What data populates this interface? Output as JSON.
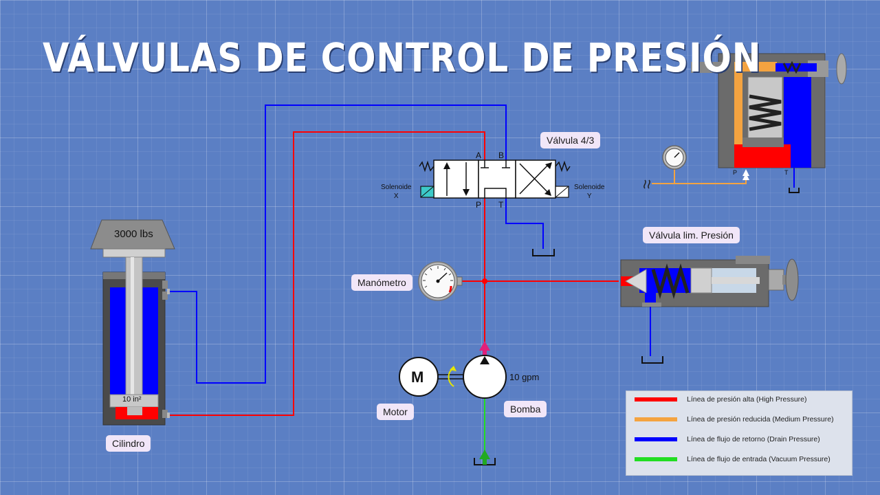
{
  "title": "VÁLVULAS DE CONTROL DE PRESIÓN",
  "labels": {
    "valve43": "Válvula 4/3",
    "relief_valve": "Válvula lim. Presión",
    "manometer": "Manómetro",
    "motor": "Motor",
    "pump": "Bomba",
    "cylinder": "Cilindro",
    "load": "3000 lbs",
    "area": "10 in²",
    "flow": "10 gpm",
    "motor_letter": "M",
    "port_a": "A",
    "port_b": "B",
    "port_p": "P",
    "port_t": "T",
    "solenoid_x": "Solenoide\nX",
    "solenoid_y": "Solenoide\nY",
    "cut_p": "P",
    "cut_t": "T"
  },
  "legend": [
    {
      "text": "Línea de presión alta (High Pressure)",
      "color": "#ff0000"
    },
    {
      "text": "Línea de presión reducida (Medium Pressure)",
      "color": "#f4a340"
    },
    {
      "text": "Línea de flujo de retorno (Drain Pressure)",
      "color": "#0000ff"
    },
    {
      "text": "Línea de  flujo de entrada (Vacuum Pressure)",
      "color": "#22dd22"
    }
  ],
  "colors": {
    "high": "#ff0000",
    "medium": "#f4a340",
    "drain": "#0000ff",
    "vacuum": "#22dd22",
    "background": "#5b7fc4"
  }
}
